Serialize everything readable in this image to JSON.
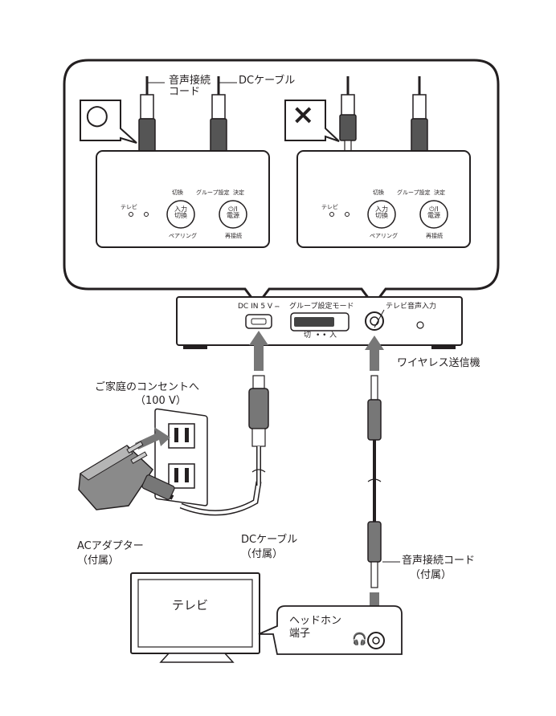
{
  "callout": {
    "cable_audio": "音声接続\nコード",
    "cable_dc": "DCケーブル",
    "ok_mark": "○",
    "ng_mark": "×",
    "panel_label_switch": "切換",
    "panel_label_group": "グループ設定",
    "panel_label_decide": "決定",
    "panel_label_tv": "テレビ",
    "panel_btn_input": "入力\n切換",
    "panel_btn_power": "⏻/I\n電源",
    "panel_label_pairing": "ペアリング",
    "panel_label_reconnect": "再接続"
  },
  "device": {
    "dc_in": "DC IN 5 V",
    "dc_symbol": "⎓",
    "group_mode": "グループ設定モード",
    "switch_off": "切",
    "switch_on": "入",
    "tv_audio_in": "テレビ音声入力",
    "name": "ワイヤレス送信機"
  },
  "labels": {
    "outlet": "ご家庭のコンセントへ",
    "outlet_voltage": "（100 V）",
    "ac_adapter": "ACアダプター",
    "ac_adapter_sub": "（付属）",
    "dc_cable": "DCケーブル",
    "dc_cable_sub": "（付属）",
    "audio_cable": "音声接続コード",
    "audio_cable_sub": "（付属）",
    "tv": "テレビ",
    "headphone_jack": "ヘッドホン\n端子"
  }
}
